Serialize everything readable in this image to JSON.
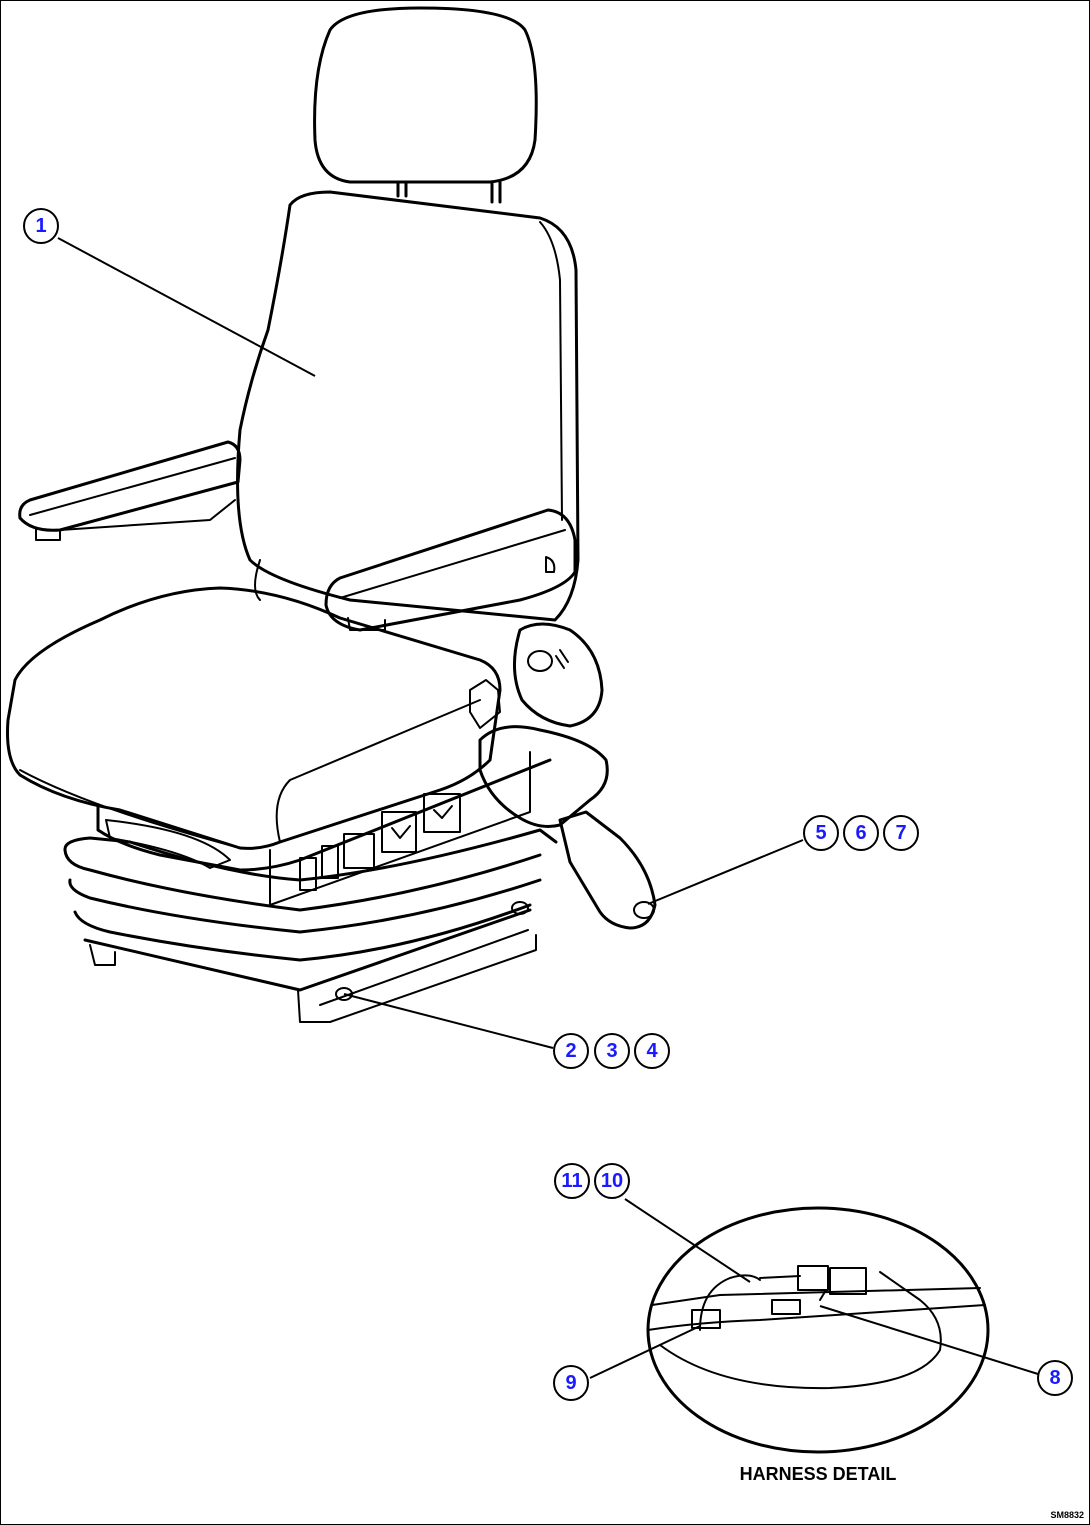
{
  "callouts": {
    "c1": "1",
    "c2": "2",
    "c3": "3",
    "c4": "4",
    "c5": "5",
    "c6": "6",
    "c7": "7",
    "c8": "8",
    "c9": "9",
    "c10": "10",
    "c11": "11"
  },
  "detail_caption": "HARNESS DETAIL",
  "drawing_code": "SM8832",
  "colors": {
    "callout_text": "#1a1aff",
    "line": "#000000",
    "background": "#ffffff"
  }
}
